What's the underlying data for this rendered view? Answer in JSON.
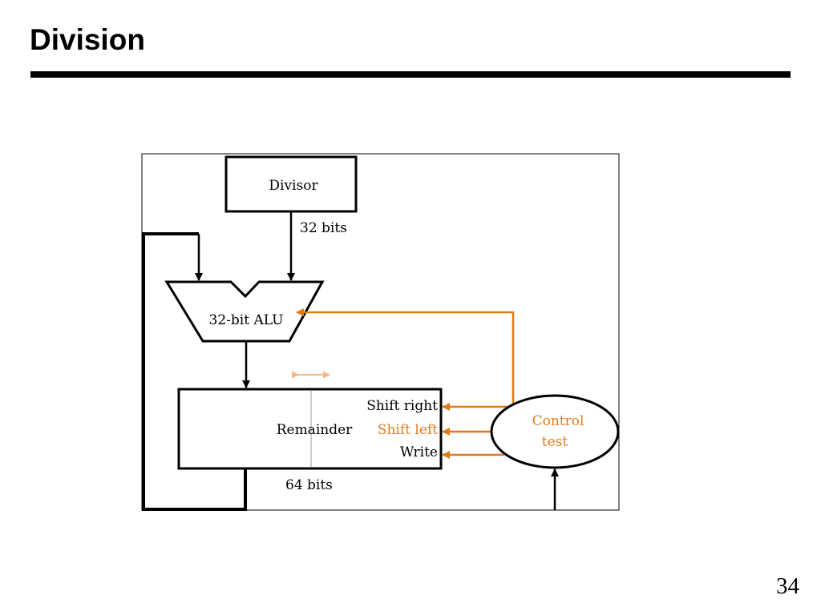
{
  "slide": {
    "title": "Division",
    "page_number": "34"
  },
  "diagram": {
    "divisor_label": "Divisor",
    "divisor_width_label": "32 bits",
    "alu_label": "32-bit ALU",
    "remainder_label": "Remainder",
    "remainder_width_label": "64 bits",
    "signals": {
      "shift_right": "Shift right",
      "shift_left": "Shift left",
      "write": "Write"
    },
    "control": {
      "line1": "Control",
      "line2": "test"
    },
    "colors": {
      "accent": "#e07b1c",
      "accent_light": "#f2b88a",
      "divider": "#cccccc",
      "stroke": "#000000"
    }
  }
}
